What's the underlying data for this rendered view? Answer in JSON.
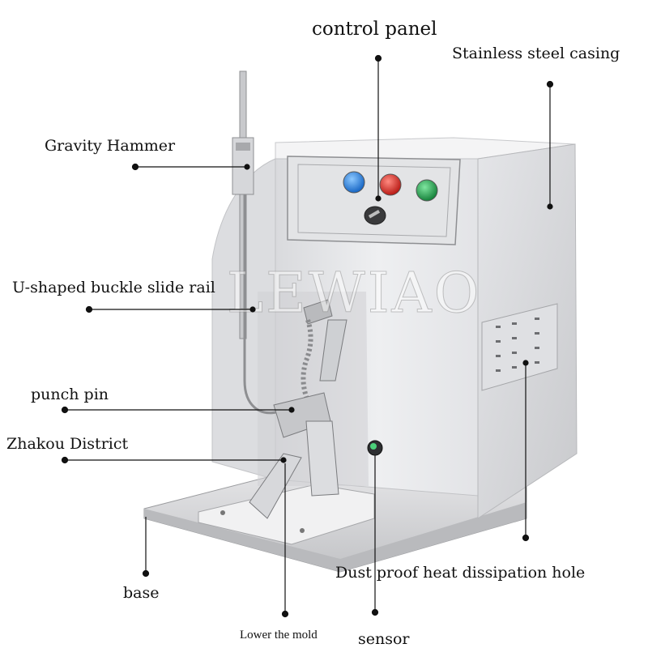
{
  "watermark": "LEWIAO",
  "labels": {
    "control_panel": "control panel",
    "casing": "Stainless steel casing",
    "gravity_hammer": "Gravity Hammer",
    "slide_rail": "U-shaped buckle slide rail",
    "punch_pin": "punch pin",
    "zhakou": "Zhakou District",
    "dust_hole": "Dust proof heat dissipation hole",
    "base": "base",
    "lower_mold": "Lower the mold",
    "sensor": "sensor"
  },
  "panel_buttons": [
    {
      "name": "blue-button",
      "color": "#1f7fe0"
    },
    {
      "name": "red-button",
      "color": "#e0302a"
    },
    {
      "name": "green-button",
      "color": "#1faa4a"
    }
  ],
  "colors": {
    "steel_front": "#e9e9eb",
    "steel_side": "#d6d7da",
    "steel_top": "#f3f3f4",
    "leader": "#111111"
  }
}
